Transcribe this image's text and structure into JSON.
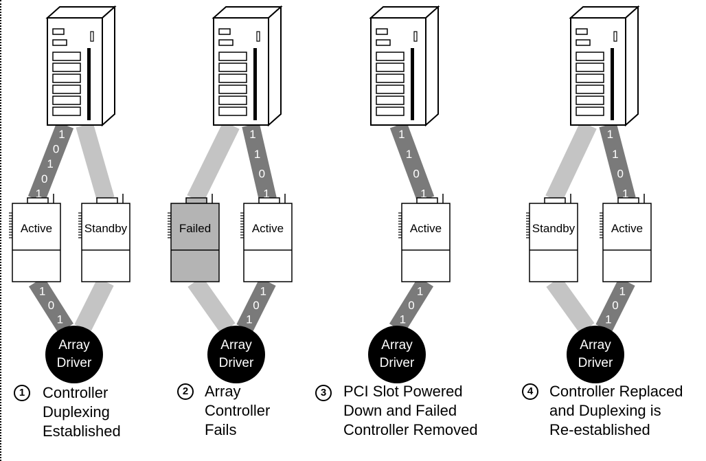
{
  "colors": {
    "active_link": "#7a7a7a",
    "standby_link": "#c4c4c4",
    "failed_fill": "#b4b4b4",
    "driver_fill": "#000000"
  },
  "panels": [
    {
      "step": "1",
      "caption": "Controller\nDuplexing\nEstablished",
      "controllers": [
        {
          "status": "Active",
          "state": "active"
        },
        {
          "status": "Standby",
          "state": "standby"
        }
      ],
      "upper_bits": [
        "1",
        "0",
        "1",
        "0",
        "1"
      ],
      "lower_bits": [
        "1",
        "0",
        "1"
      ],
      "driver": [
        "Array",
        "Driver"
      ]
    },
    {
      "step": "2",
      "caption": "Array\nController\nFails",
      "controllers": [
        {
          "status": "Failed",
          "state": "failed"
        },
        {
          "status": "Active",
          "state": "active"
        }
      ],
      "upper_bits": [
        "1",
        "1",
        "0",
        "1"
      ],
      "lower_bits": [
        "1",
        "0",
        "1"
      ],
      "driver": [
        "Array",
        "Driver"
      ]
    },
    {
      "step": "3",
      "caption": "PCI Slot Powered\nDown and Failed\nController Removed",
      "controllers": [
        {
          "status": "Active",
          "state": "active"
        }
      ],
      "upper_bits": [
        "1",
        "1",
        "0",
        "1"
      ],
      "lower_bits": [
        "1",
        "0",
        "1"
      ],
      "driver": [
        "Array",
        "Driver"
      ]
    },
    {
      "step": "4",
      "caption": "Controller Replaced\nand Duplexing is\nRe-established",
      "controllers": [
        {
          "status": "Standby",
          "state": "standby"
        },
        {
          "status": "Active",
          "state": "active"
        }
      ],
      "upper_bits": [
        "1",
        "1",
        "0",
        "1"
      ],
      "lower_bits": [
        "1",
        "0",
        "1"
      ],
      "driver": [
        "Array",
        "Driver"
      ]
    }
  ]
}
